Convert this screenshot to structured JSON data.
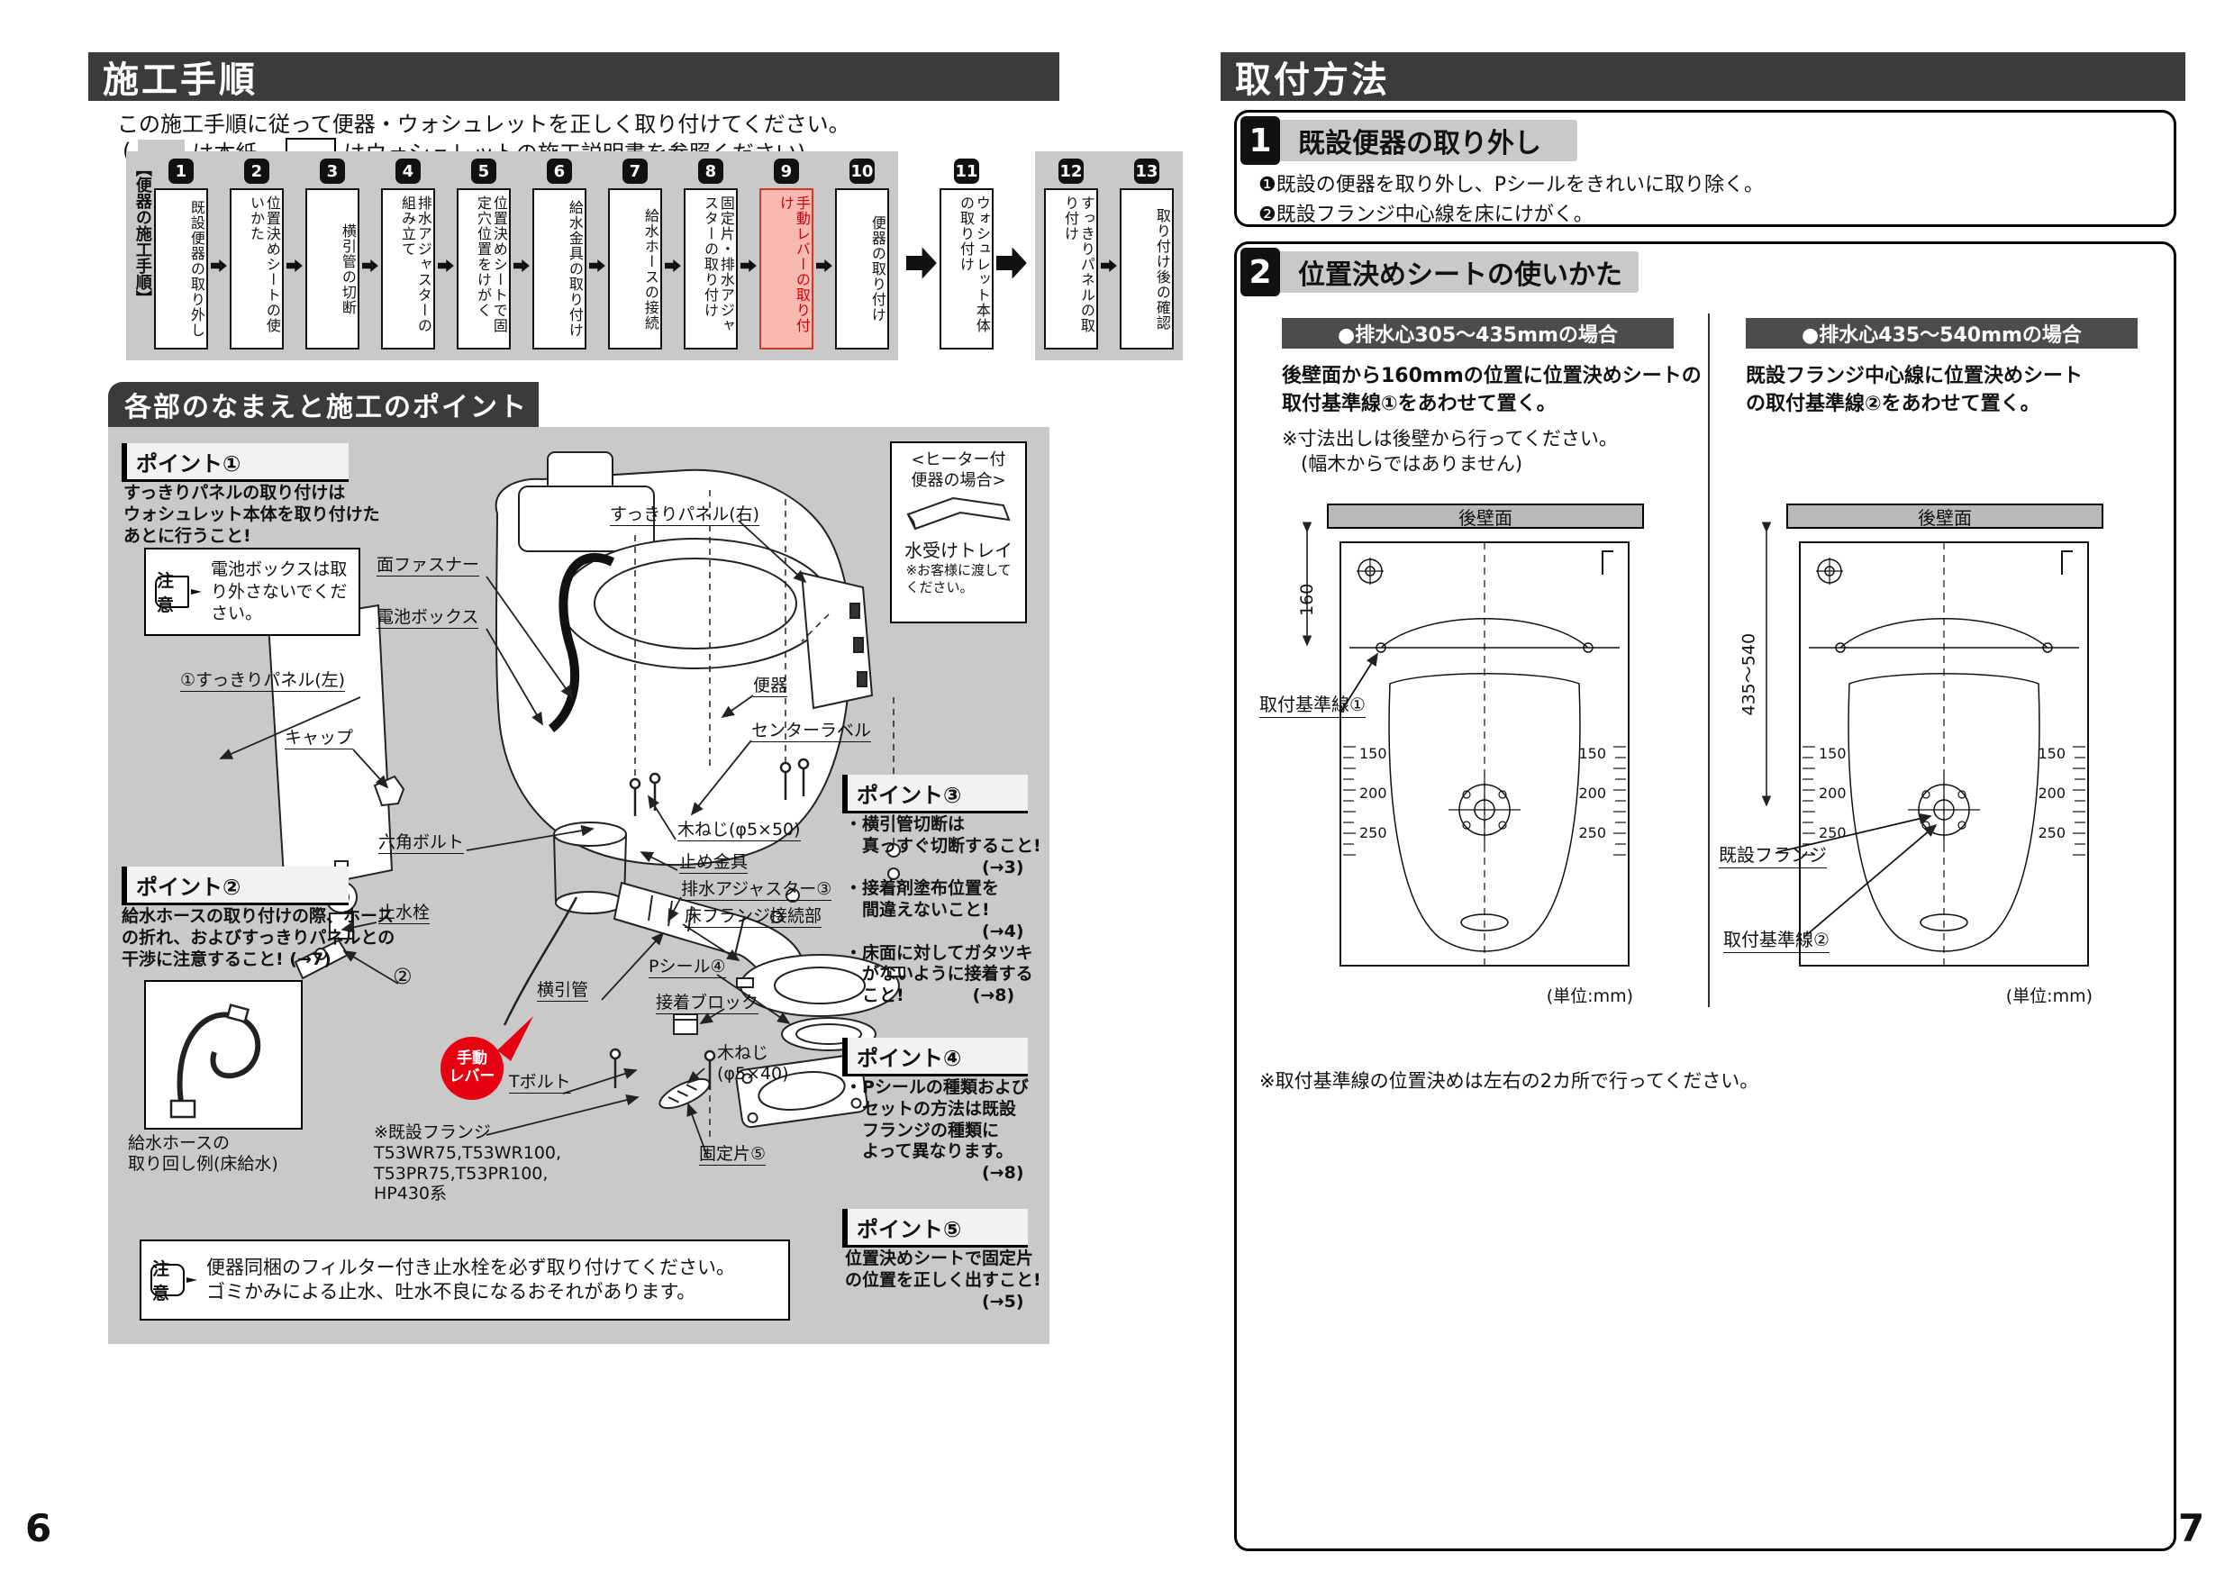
{
  "page_left": {
    "page_number": "6",
    "title": "施工手順",
    "intro": "この施工手順に従って便器・ウォシュレットを正しく取り付けてください。",
    "legend_open": "(",
    "legend_gray": "は本紙、",
    "legend_white": "はウォシュレットの施工説明書を参照ください)",
    "flow_side_label": "【便器の施工手順】",
    "flow_steps": [
      {
        "num": "1",
        "label": "既設便器の取り外し"
      },
      {
        "num": "2",
        "label": "位置決めシートの使いかた"
      },
      {
        "num": "3",
        "label": "横引管の切断"
      },
      {
        "num": "4",
        "label": "排水アジャスターの組み立て"
      },
      {
        "num": "5",
        "label": "位置決めシートで固定穴位置をけがく"
      },
      {
        "num": "6",
        "label": "給水金具の取り付け"
      },
      {
        "num": "7",
        "label": "給水ホースの接続"
      },
      {
        "num": "8",
        "label": "固定片・排水アジャスターの取り付け"
      },
      {
        "num": "9",
        "label": "手動レバーの取り付け"
      },
      {
        "num": "10",
        "label": "便器の取り付け"
      },
      {
        "num": "11",
        "label": "ウォシュレット本体の取り付け"
      },
      {
        "num": "12",
        "label": "すっきりパネルの取り付け"
      },
      {
        "num": "13",
        "label": "取り付け後の確認"
      }
    ],
    "parts_title": "各部のなまえと施工のポイント",
    "point1": {
      "head": "ポイント①",
      "text": "すっきりパネルの取り付けは\nウォシュレット本体を取り付けた\nあとに行うこと!"
    },
    "point2": {
      "head": "ポイント②",
      "text": "給水ホースの取り付けの際、ホース\nの折れ、およびすっきりパネルとの\n干渉に注意すること! (→7)"
    },
    "point3": {
      "head": "ポイント③",
      "text": "・横引管切断は\n　真っすぐ切断すること!\n　　　　　　　　(→3)\n・接着剤塗布位置を\n　間違えないこと!\n　　　　　　　　(→4)\n・床面に対してガタツキ\n　がないように接着する\n　こと!　　　　(→8)"
    },
    "point4": {
      "head": "ポイント④",
      "text": "・Pシールの種類および\n　セットの方法は既設\n　フランジの種類に\n　よって異なります。\n　　　　　　　　(→8)"
    },
    "point5": {
      "head": "ポイント⑤",
      "text": "位置決めシートで固定片\nの位置を正しく出すこと!\n　　　　　　　　(→5)"
    },
    "caution_label": "注意",
    "caution1": "電池ボックスは取り外さないでください。",
    "caution2": "便器同梱のフィルター付き止水栓を必ず取り付けてください。\nゴミかみによる止水、吐水不良になるおそれがあります。",
    "heater": {
      "title": "<ヒーター付\n便器の場合>",
      "label": "水受けトレイ",
      "note": "※お客様に渡して\nください。"
    },
    "labels": {
      "panel_right": "すっきりパネル(右)",
      "fastener": "面ファスナー",
      "battery": "電池ボックス",
      "panel_left": "①すっきりパネル(左)",
      "cap": "キャップ",
      "toilet": "便器",
      "center_label": "センターラベル",
      "hex_bolt": "六角ボルト",
      "wood_screw_50": "木ねじ(φ5×50)",
      "stopper": "止め金具",
      "drain_adjuster": "排水アジャスター③",
      "floor_flange": "床フランジ接続部",
      "shutoff_valve": "止水栓",
      "circle2": "②",
      "side_pipe": "横引管",
      "p_seal": "Pシール④",
      "adhesive_block": "接着ブロック",
      "manual_lever": "手動\nレバー",
      "t_bolt": "Tボルト",
      "wood_screw_40": "木ねじ\n(φ5×40)",
      "fixing_piece": "固定片⑤",
      "flange_note": "※既設フランジ\nT53WR75,T53WR100,\nT53PR75,T53PR100,\nHP430系",
      "hose_example": "給水ホースの\n取り回し例(床給水)"
    }
  },
  "page_right": {
    "page_number": "7",
    "title": "取付方法",
    "section1": {
      "num": "1",
      "title": "既設便器の取り外し",
      "items": "❶既設の便器を取り外し、Pシールをきれいに取り除く。\n❷既設フランジ中心線を床にけがく。"
    },
    "section2": {
      "num": "2",
      "title": "位置決めシートの使いかた",
      "left": {
        "header": "●排水心305〜435mmの場合",
        "body": "後壁面から160mmの位置に位置決めシートの\n取付基準線①をあわせて置く。",
        "note": "※寸法出しは後壁から行ってください。\n　(幅木からではありません)",
        "wall_label": "後壁面",
        "dim": "160",
        "line_label": "取付基準線①",
        "unit": "(単位:mm)"
      },
      "right": {
        "header": "●排水心435〜540mmの場合",
        "body": "既設フランジ中心線に位置決めシート\nの取付基準線②をあわせて置く。",
        "wall_label": "後壁面",
        "dim": "435〜540",
        "flange_label": "既設フランジ",
        "line_label": "取付基準線②",
        "unit": "(単位:mm)"
      },
      "scales": [
        "150",
        "200",
        "250"
      ],
      "note": "※取付基準線の位置決めは左右の2カ所で行ってください。"
    }
  }
}
